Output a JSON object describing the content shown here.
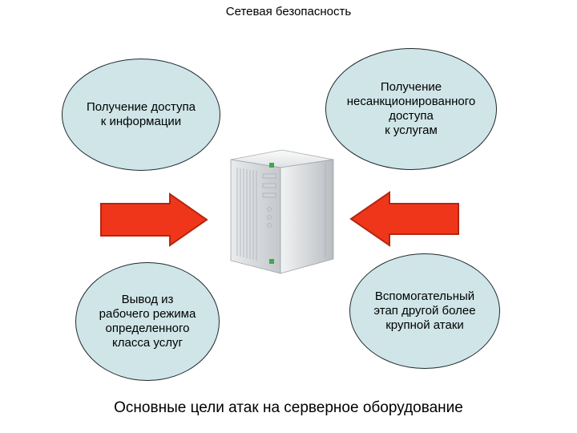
{
  "title": "Сетевая безопасность",
  "goals": {
    "top_left": "Получение доступа\nк информации",
    "top_right": "Получение\nнесанкционированного\nдоступа\nк услугам",
    "bottom_left": "Вывод из\nрабочего режима\nопределенного\nкласса услуг",
    "bottom_right": "Вспомогательный\nэтап другой более\nкрупной атаки"
  },
  "caption": "Основные цели атак на серверное оборудование",
  "colors": {
    "ellipse_fill": "#cfe5e8",
    "arrow_fill": "#f0361a",
    "arrow_stroke": "#b3260f"
  },
  "icons": [
    "server-icon",
    "arrow-right-icon",
    "arrow-left-icon"
  ]
}
